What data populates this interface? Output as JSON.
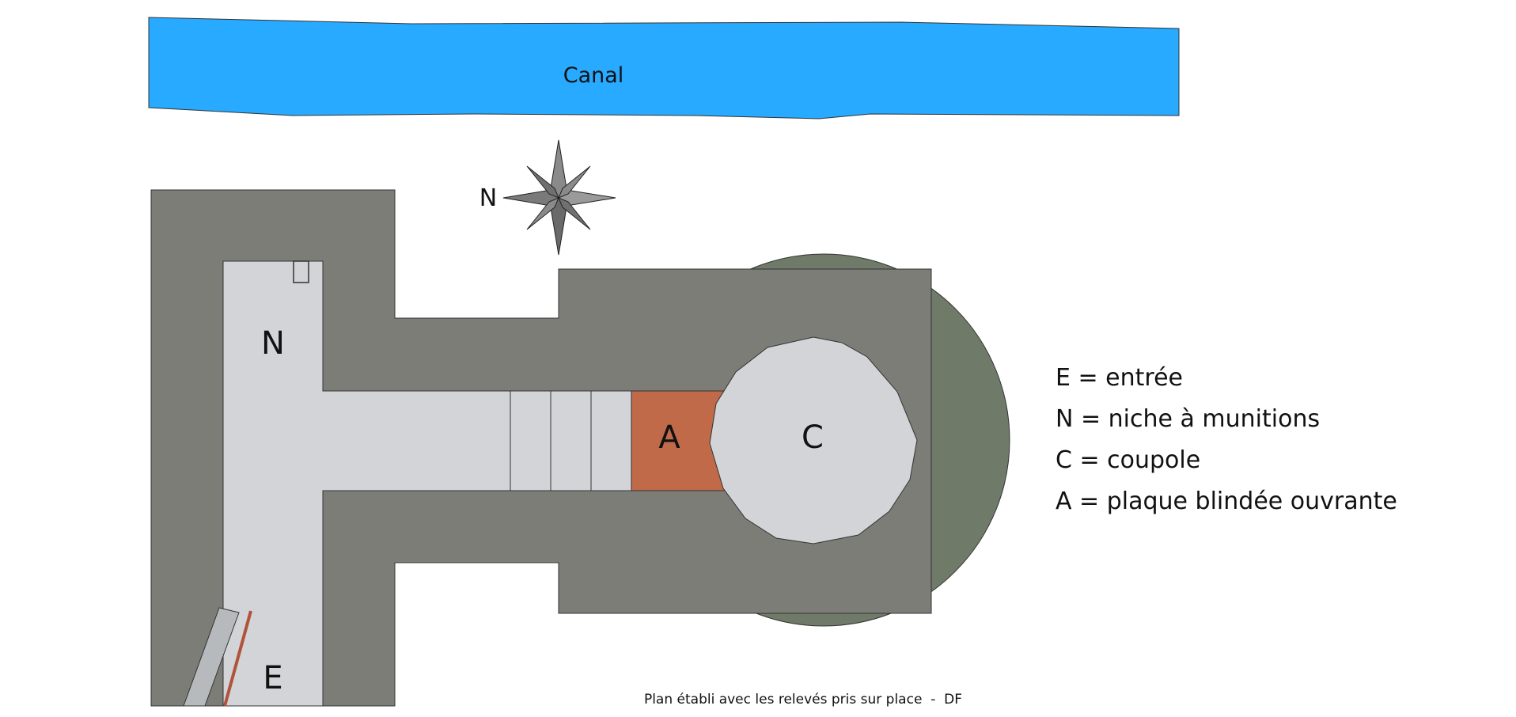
{
  "canal": {
    "label": "Canal",
    "color": "#27aaff"
  },
  "compass": {
    "label": "N"
  },
  "rooms": {
    "niche": "N",
    "entree": "E",
    "plaque": "A",
    "coupole": "C"
  },
  "legend": {
    "items": [
      "E = entrée",
      "N = niche à munitions",
      "C = coupole",
      "A = plaque blindée ouvrante"
    ]
  },
  "credit": "Plan établi avec les relevés pris sur place  -  DF",
  "colors": {
    "concrete": "#7d7d78",
    "earth": "#6f7a68",
    "floor": "#d2d4d7",
    "armor_plate": "#c06a4a"
  }
}
